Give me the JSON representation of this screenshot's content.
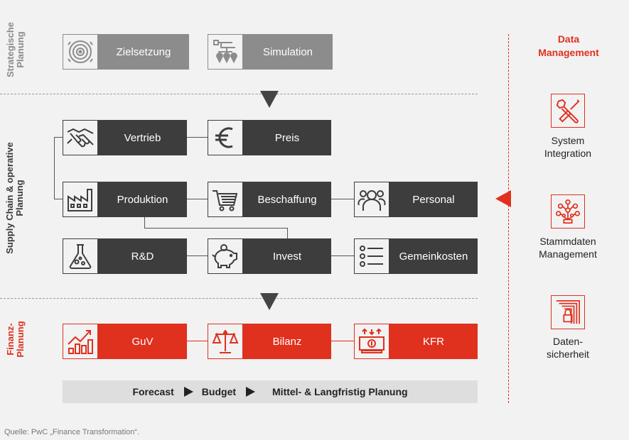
{
  "sections": {
    "strategic": "Strategische Planung",
    "supply_chain": "Supply Chain & operative Planung",
    "finance": "Finanz-Planung"
  },
  "strategic_boxes": [
    {
      "label": "Zielsetzung",
      "icon": "target-icon"
    },
    {
      "label": "Simulation",
      "icon": "simulation-icon"
    }
  ],
  "operative_boxes": [
    {
      "label": "Vertrieb",
      "icon": "handshake-icon"
    },
    {
      "label": "Preis",
      "icon": "euro-icon"
    },
    {
      "label": "Produktion",
      "icon": "factory-icon"
    },
    {
      "label": "Beschaffung",
      "icon": "shopping-cart-icon"
    },
    {
      "label": "Personal",
      "icon": "people-icon"
    },
    {
      "label": "R&D",
      "icon": "flask-icon"
    },
    {
      "label": "Invest",
      "icon": "piggy-bank-icon"
    },
    {
      "label": "Gemeinkosten",
      "icon": "list-icon"
    }
  ],
  "finance_boxes": [
    {
      "label": "GuV",
      "icon": "growth-chart-icon"
    },
    {
      "label": "Bilanz",
      "icon": "scale-icon"
    },
    {
      "label": "KFR",
      "icon": "cash-flow-icon"
    }
  ],
  "timeline": {
    "forecast": "Forecast",
    "budget": "Budget",
    "long_term": "Mittel- & Langfristig Planung"
  },
  "data_management": {
    "title_line1": "Data",
    "title_line2": "Management",
    "items": [
      {
        "line1": "System",
        "line2": "Integration",
        "icon": "tools-icon"
      },
      {
        "line1": "Stammdaten",
        "line2": "Management",
        "icon": "network-tree-icon"
      },
      {
        "line1": "Daten-",
        "line2": "sicherheit",
        "icon": "lock-icon"
      }
    ]
  },
  "source": "Quelle: PwC „Finance Transformation“.",
  "colors": {
    "red": "#e0301e",
    "dark": "#3d3d3d",
    "grey": "#8c8c8c",
    "background": "#f2f2f2"
  }
}
